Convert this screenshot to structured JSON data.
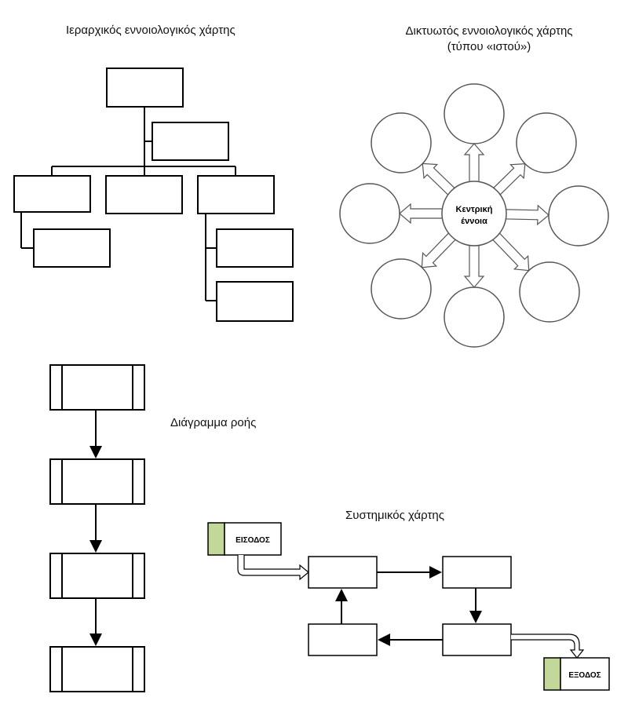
{
  "hierarchical_map": {
    "title": "Ιεραρχικός εννοιολογικός χάρτης"
  },
  "network_map": {
    "title_line1": "Δικτυωτός εννοιολογικός χάρτης",
    "title_line2": "(τύπου «ιστού»)",
    "center_line1": "Κεντρική",
    "center_line2": "έννοια"
  },
  "flowchart": {
    "title": "Διάγραμμα ροής"
  },
  "system_map": {
    "title": "Συστημικός χάρτης",
    "input_label": "ΕΙΣΟΔΟΣ",
    "output_label": "ΕΞΟΔΟΣ",
    "tab_color": "#c4d79b"
  }
}
